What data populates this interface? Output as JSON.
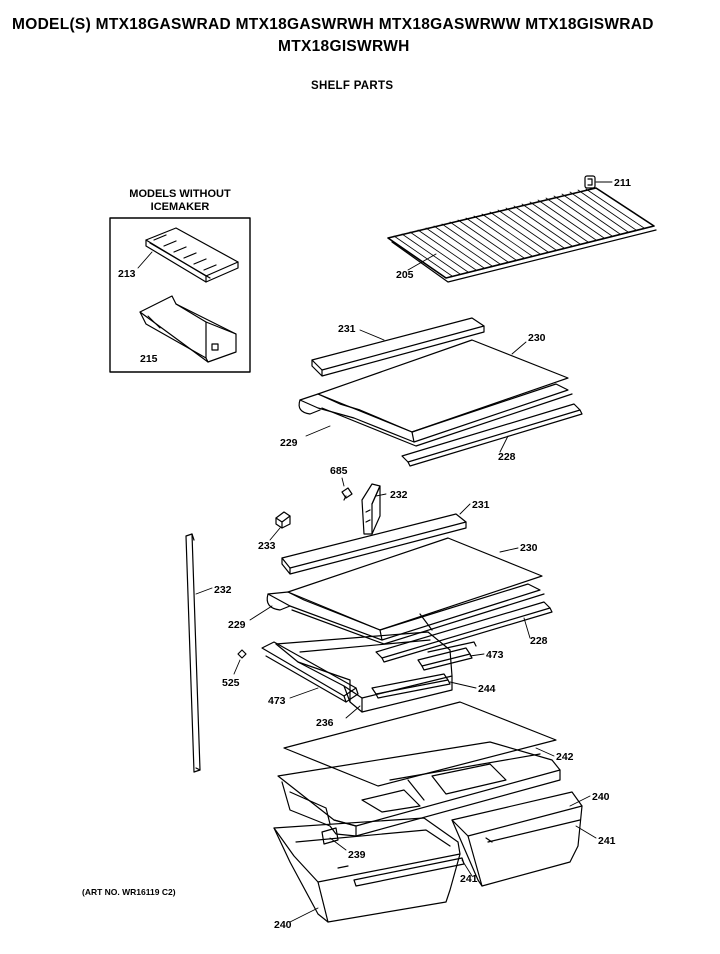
{
  "header": {
    "models_line1": "MODEL(S) MTX18GASWRAD  MTX18GASWRWH  MTX18GASWRWW  MTX18GISWRAD",
    "models_line2": "MTX18GISWRWH",
    "section_title": "SHELF PARTS"
  },
  "inset": {
    "caption_line1": "MODELS WITHOUT",
    "caption_line2": "ICEMAKER"
  },
  "art_number": "(ART NO. WR16119 C2)",
  "callouts": {
    "c211": "211",
    "c205": "205",
    "c213": "213",
    "c215": "215",
    "c231a": "231",
    "c230a": "230",
    "c229a": "229",
    "c228a": "228",
    "c685": "685",
    "c232a": "232",
    "c231b": "231",
    "c233": "233",
    "c230b": "230",
    "c232b": "232",
    "c229b": "229",
    "c228b": "228",
    "c473a": "473",
    "c525": "525",
    "c244": "244",
    "c473b": "473",
    "c236": "236",
    "c242": "242",
    "c240a": "240",
    "c241a": "241",
    "c239": "239",
    "c241b": "241",
    "c240b": "240"
  }
}
